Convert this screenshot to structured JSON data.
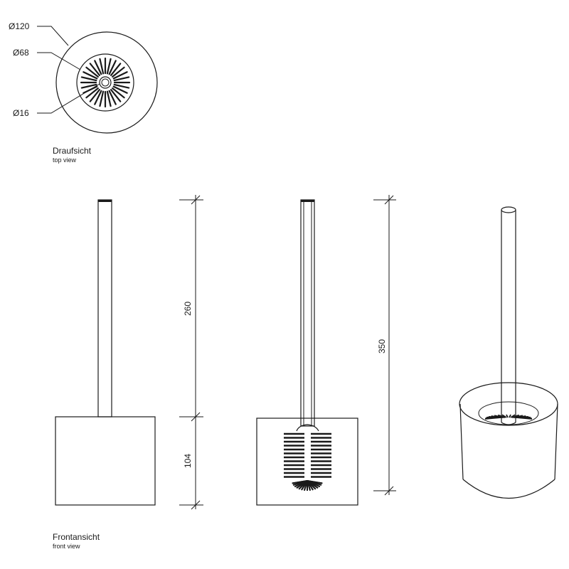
{
  "top_view": {
    "dimensions": {
      "outer": "Ø120",
      "brush": "Ø68",
      "handle": "Ø16"
    },
    "caption": "Draufsicht",
    "caption_en": "top view"
  },
  "front_view": {
    "dimensions": {
      "handle_height": "260",
      "base_height": "104",
      "total_height": "350"
    },
    "caption": "Frontansicht",
    "caption_en": "front view"
  }
}
